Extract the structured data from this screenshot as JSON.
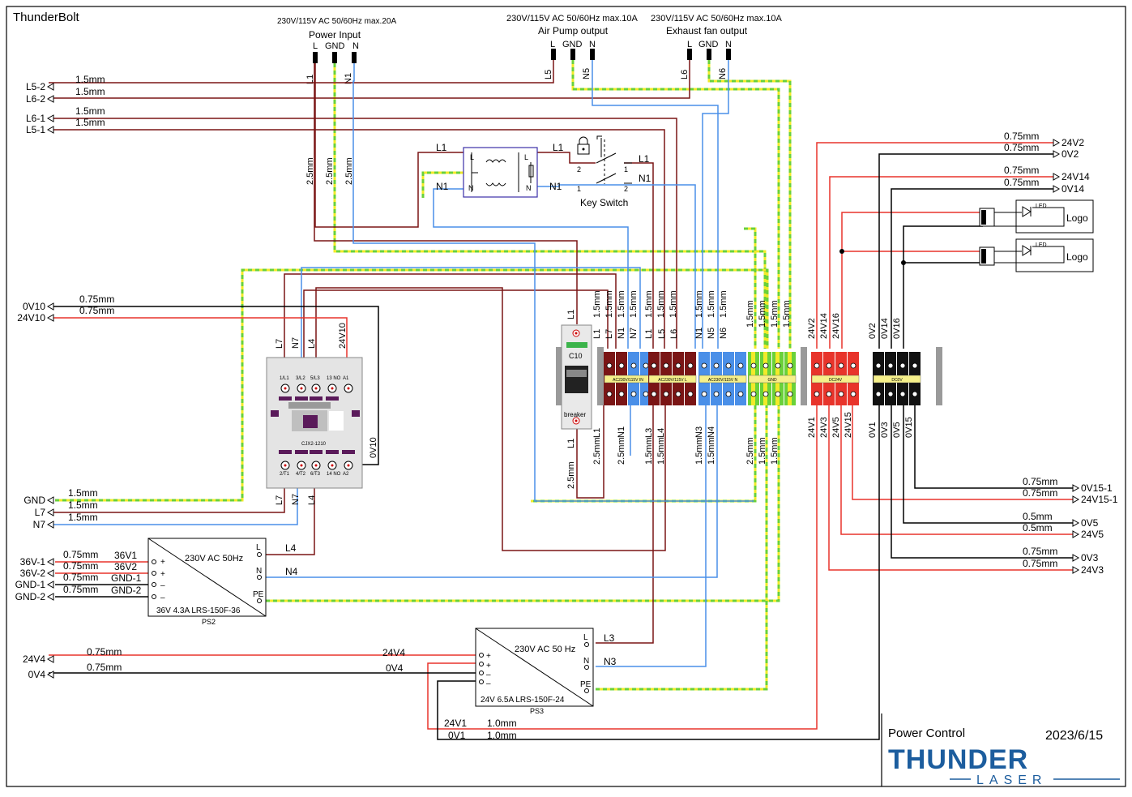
{
  "title": "ThunderBolt",
  "footer": {
    "section": "Power Control",
    "date": "2023/6/15",
    "logo_top": "THUNDER",
    "logo_bottom": "LASER"
  },
  "colors": {
    "live": "#7a1515",
    "neutral": "#4a8fe8",
    "dc_pos": "#e8342b",
    "dc_neg": "#000000",
    "ground_yellow": "#f2ea2a",
    "ground_green": "#6ad13a"
  },
  "inputs": {
    "power": {
      "spec": "230V/115V AC 50/60Hz max.20A",
      "name": "Power Input",
      "pins": [
        "L",
        "GND",
        "N"
      ],
      "wires": [
        "L1",
        "N1"
      ],
      "gauges": [
        "2.5mm",
        "2.5mm",
        "2.5mm"
      ]
    },
    "air_pump": {
      "spec": "230V/115V AC 50/60Hz max.10A",
      "name": "Air Pump output",
      "pins": [
        "L",
        "GND",
        "N"
      ],
      "wires": [
        "L5",
        "N5"
      ]
    },
    "exhaust": {
      "spec": "230V/115V AC 50/60Hz max.10A",
      "name": "Exhaust fan output",
      "pins": [
        "L",
        "GND",
        "N"
      ],
      "wires": [
        "L6",
        "N6"
      ]
    }
  },
  "left_connectors": [
    {
      "label": "L5-2",
      "gauge": "1.5mm"
    },
    {
      "label": "L6-2",
      "gauge": "1.5mm"
    },
    {
      "label": "L6-1",
      "gauge": "1.5mm"
    },
    {
      "label": "L5-1",
      "gauge": "1.5mm"
    },
    {
      "label": "0V10",
      "gauge": "0.75mm"
    },
    {
      "label": "24V10",
      "gauge": "0.75mm"
    },
    {
      "label": "GND",
      "gauge": "1.5mm"
    },
    {
      "label": "L7",
      "gauge": "1.5mm"
    },
    {
      "label": "N7",
      "gauge": "1.5mm"
    },
    {
      "label": "36V-1",
      "gauge": "0.75mm",
      "wire": "36V1"
    },
    {
      "label": "36V-2",
      "gauge": "0.75mm",
      "wire": "36V2"
    },
    {
      "label": "GND-1",
      "gauge": "0.75mm",
      "wire": "GND-1"
    },
    {
      "label": "GND-2",
      "gauge": "0.75mm",
      "wire": "GND-2"
    },
    {
      "label": "24V4",
      "gauge": "0.75mm",
      "wire": "24V4"
    },
    {
      "label": "0V4",
      "gauge": "0.75mm",
      "wire": "0V4"
    }
  ],
  "right_connectors": [
    {
      "label": "24V2",
      "gauge": "0.75mm"
    },
    {
      "label": "0V2",
      "gauge": "0.75mm"
    },
    {
      "label": "24V14",
      "gauge": "0.75mm"
    },
    {
      "label": "0V14",
      "gauge": "0.75mm"
    },
    {
      "label": "0V15-1",
      "gauge": "0.75mm"
    },
    {
      "label": "24V15-1",
      "gauge": "0.75mm"
    },
    {
      "label": "0V5",
      "gauge": "0.5mm"
    },
    {
      "label": "24V5",
      "gauge": "0.5mm"
    },
    {
      "label": "0V3",
      "gauge": "0.75mm"
    },
    {
      "label": "24V3",
      "gauge": "0.75mm"
    }
  ],
  "filter": {
    "labels": [
      "L1",
      "N1",
      "L1",
      "N1"
    ],
    "inner": [
      "L",
      "N",
      "L",
      "N"
    ]
  },
  "key_switch": {
    "name": "Key Switch",
    "labels": [
      "L1",
      "N1"
    ],
    "pins": [
      "2",
      "1",
      "1",
      "2"
    ]
  },
  "contactor": {
    "model": "CJX2-1210",
    "top_pins": [
      "1/L1",
      "3/L2",
      "5/L3",
      "13 NO",
      "A1"
    ],
    "bottom_pins": [
      "2/T1",
      "4/T2",
      "6/T3",
      "14 NO",
      "A2"
    ],
    "top_wires": [
      "L7",
      "N7",
      "L4",
      "24V10"
    ],
    "bottom_wires": [
      "L7",
      "N7",
      "L4"
    ],
    "side_wire": "0V10"
  },
  "breaker": {
    "name": "C10",
    "label": "breaker",
    "wire_top": "L1",
    "wire_bottom": "L1",
    "gauge": "2.5mm"
  },
  "terminal_blocks": [
    {
      "name": "AC230V/115V IN",
      "top": [
        "L1",
        "L7",
        "N1",
        "N7"
      ],
      "bottom": [
        "L1",
        "N1"
      ]
    },
    {
      "name": "AC230V/115V L",
      "top": [
        "L1",
        "L5",
        "L6"
      ],
      "bottom": [
        "L3",
        "L4"
      ]
    },
    {
      "name": "AC230V/115V N",
      "top": [
        "N1",
        "N5",
        "N6"
      ],
      "bottom": [
        "N3",
        "N4"
      ]
    },
    {
      "name": "GND",
      "top": [],
      "bottom": []
    },
    {
      "name": "DC24V",
      "top": [
        "24V2",
        "24V14",
        "24V16"
      ],
      "bottom": [
        "24V1",
        "24V3",
        "24V5",
        "24V15"
      ]
    },
    {
      "name": "DC0V",
      "top": [
        "0V2",
        "0V14",
        "0V16"
      ],
      "bottom": [
        "0V1",
        "0V3",
        "0V5",
        "0V15"
      ]
    }
  ],
  "terminal_gauges_top": [
    "1.5mm",
    "1.5mm",
    "1.5mm",
    "1.5mm",
    "1.5mm",
    "1.5mm",
    "1.5mm",
    "1.5mm",
    "1.5mm",
    "1.5mm",
    "1.5mm",
    "1.5mm",
    "1.5mm",
    "1.5mm"
  ],
  "terminal_gauges_bottom": [
    "2.5mm",
    "2.5mm",
    "1.5mm",
    "1.5mm",
    "1.5mm",
    "1.5mm",
    "2.5mm",
    "1.5mm",
    "1.5mm"
  ],
  "psu_ps2": {
    "input": "230V AC 50Hz",
    "model": "36V 4.3A LRS-150F-36",
    "tag": "PS2",
    "pins": [
      "L",
      "N",
      "PE"
    ],
    "wires": [
      "L4",
      "N4"
    ],
    "outputs": [
      "+",
      "+",
      "–",
      "–"
    ]
  },
  "psu_ps3": {
    "input": "230V AC 50 Hz",
    "model": "24V 6.5A  LRS-150F-24",
    "tag": "PS3",
    "pins": [
      "L",
      "N",
      "PE"
    ],
    "wires": [
      "L3",
      "N3"
    ],
    "outputs": [
      "+",
      "+",
      "–",
      "–"
    ],
    "bottom_wires": [
      {
        "label": "24V1",
        "gauge": "1.0mm"
      },
      {
        "label": "0V1",
        "gauge": "1.0mm"
      }
    ]
  },
  "logos": [
    {
      "led": "LED",
      "label": "Logo"
    },
    {
      "led": "LED",
      "label": "Logo"
    }
  ]
}
